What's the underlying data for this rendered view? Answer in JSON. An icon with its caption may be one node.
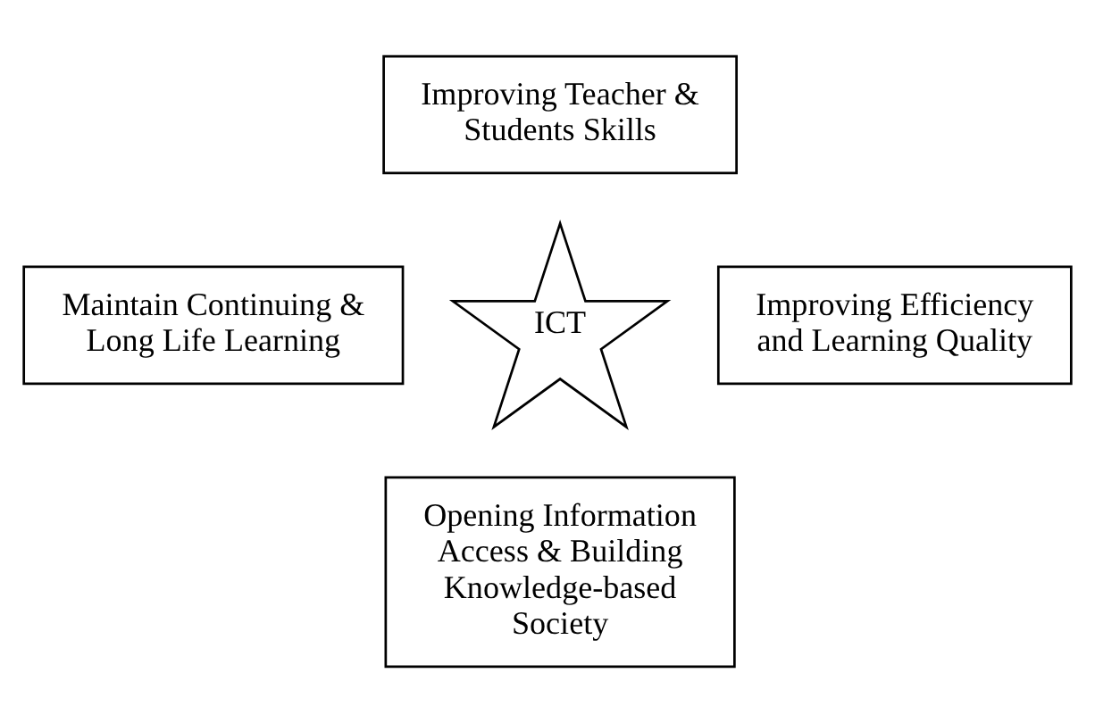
{
  "diagram": {
    "nodes": [
      {
        "text": [
          "Improving Teacher & Students Skills"
        ]
      },
      {
        "text": [
          "Maintain Continuing & Long Life Learning"
        ]
      },
      {
        "text": [
          "ICT"
        ]
      },
      {
        "text": [
          "Improving Efficiency and Learning Quality"
        ]
      },
      {
        "text": [
          "Opening Information Access & Building Knowledge-based Society"
        ]
      }
    ],
    "edges": []
  }
}
